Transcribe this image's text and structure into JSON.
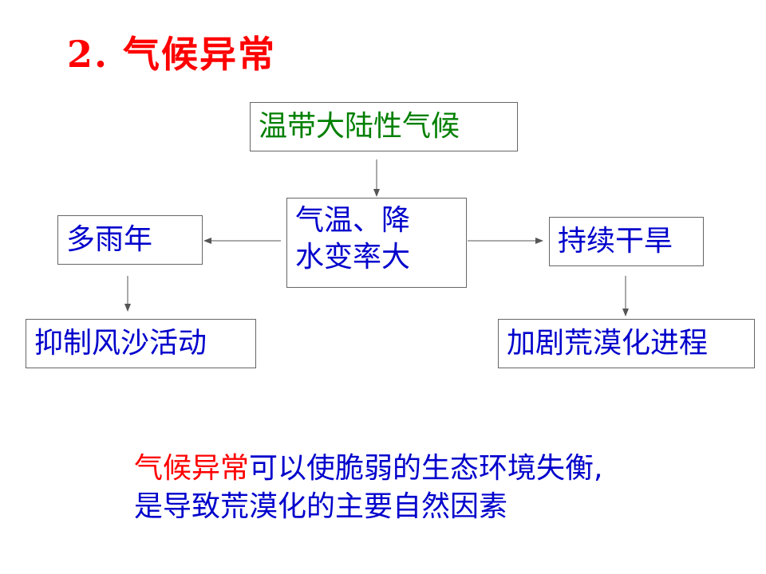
{
  "title": "2. 气候异常",
  "diagram": {
    "top_box": "温带大陆性气候",
    "center_box_line1": "气温、降",
    "center_box_line2": "水变率大",
    "left_box": "多雨年",
    "right_box": "持续干旱",
    "bottom_left_box": "抑制风沙活动",
    "bottom_right_box": "加剧荒漠化进程"
  },
  "conclusion": {
    "highlight": "气候异常",
    "line1_rest": "可以使脆弱的生态环境失衡,",
    "line2": "是导致荒漠化的主要自然因素"
  },
  "colors": {
    "title": "#ff0000",
    "top_box_text": "#008000",
    "box_text": "#0000cc",
    "highlight": "#ff0000",
    "conclusion_text": "#0000cc",
    "arrow": "#555555"
  }
}
